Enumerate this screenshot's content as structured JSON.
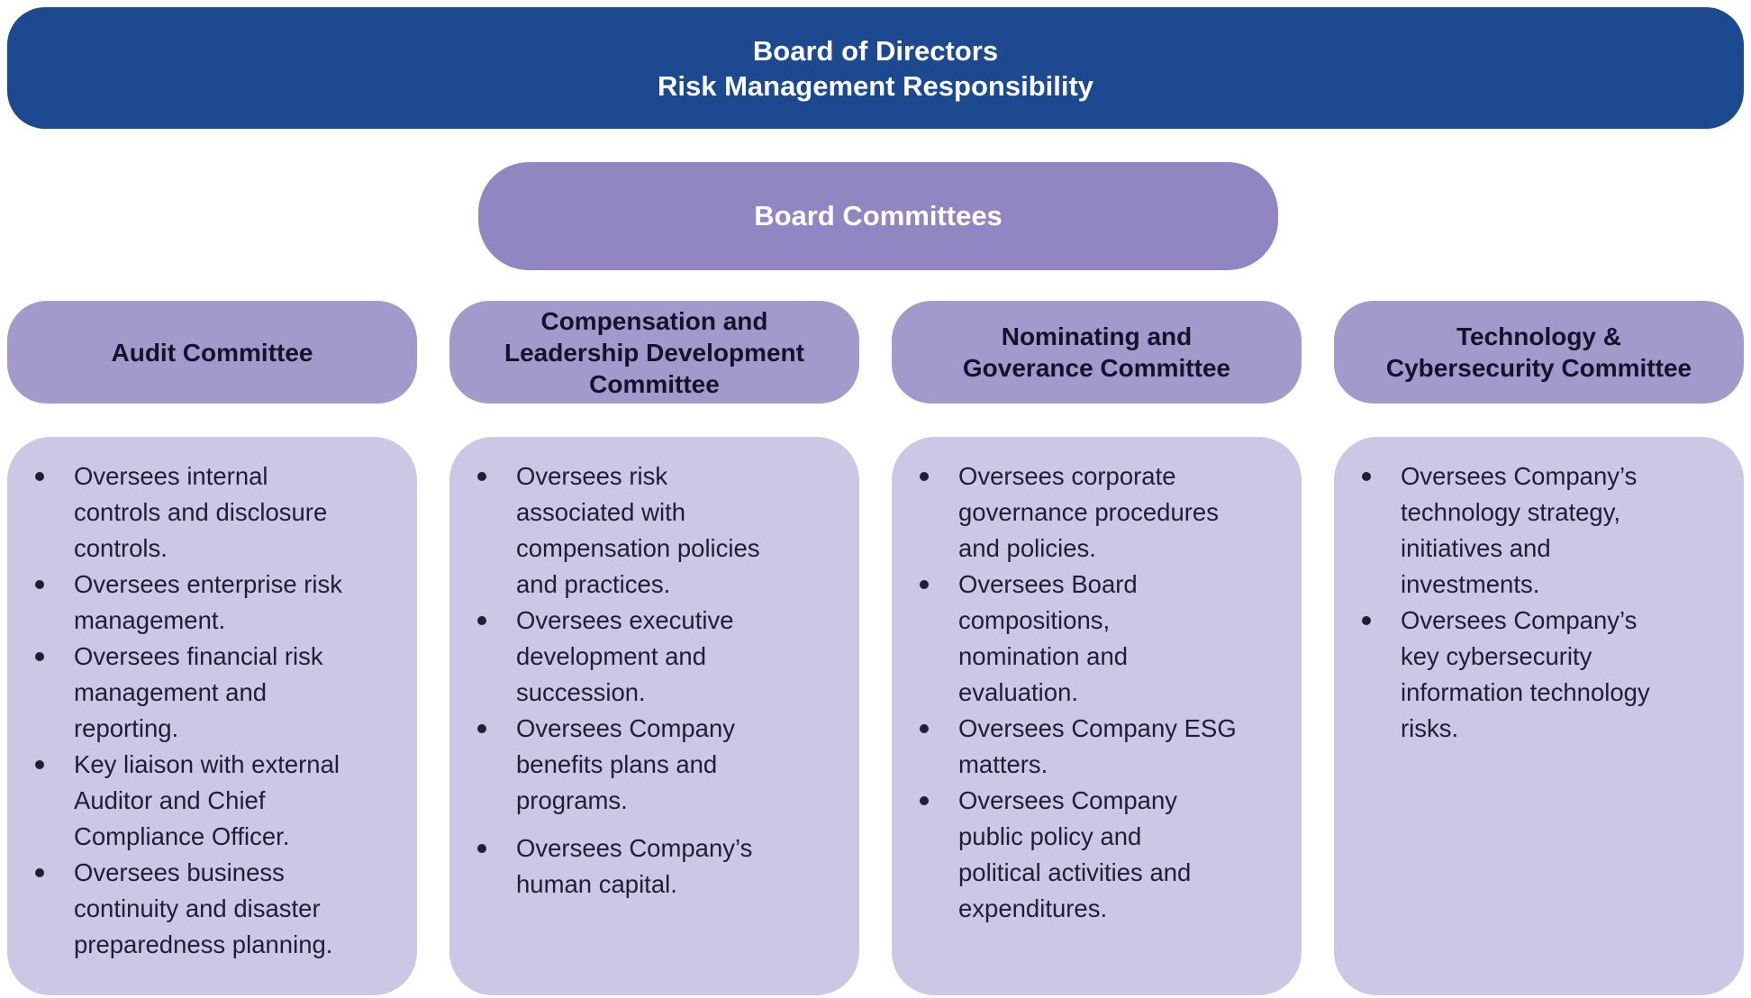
{
  "title_banner": {
    "text": "Board of Directors\nRisk Management Responsibility"
  },
  "board_committees": {
    "label": "Board Committees"
  },
  "colors": {
    "banner_bg": "#1C4990",
    "banner_text": "#FFFFFF",
    "committees_pill_bg": "#9186C1",
    "committee_header_bg": "#A39ACB",
    "committee_header_text": "#17122B",
    "committee_body_bg": "#CDC7E6",
    "body_text": "#211D35",
    "page_bg": "#FFFFFF"
  },
  "committees": [
    {
      "title": "Audit Committee",
      "bullets": [
        "Oversees internal\ncontrols and disclosure\ncontrols.",
        "Oversees enterprise risk\nmanagement.",
        "Oversees financial risk\nmanagement and\nreporting.",
        "Key liaison with external\nAuditor and Chief\nCompliance Officer.",
        "Oversees business\ncontinuity and disaster\npreparedness planning."
      ]
    },
    {
      "title": "Compensation and\nLeadership Development\nCommittee",
      "bullets": [
        "Oversees risk\nassociated with\ncompensation policies\nand practices.",
        "Oversees executive\ndevelopment and\nsuccession.",
        "Oversees Company\nbenefits plans and\nprograms.",
        "Oversees Company’s\nhuman capital."
      ]
    },
    {
      "title": "Nominating and\nGoverance Committee",
      "bullets": [
        "Oversees corporate\ngovernance procedures\nand policies.",
        "Oversees Board\ncompositions,\nnomination and\nevaluation.",
        "Oversees Company ESG\nmatters.",
        "Oversees Company\npublic policy and\npolitical activities and\nexpenditures."
      ]
    },
    {
      "title": "Technology &\nCybersecurity Committee",
      "bullets": [
        "Oversees Company’s\ntechnology strategy,\ninitiatives and\ninvestments.",
        "Oversees Company’s\nkey cybersecurity\ninformation technology\nrisks."
      ]
    }
  ]
}
